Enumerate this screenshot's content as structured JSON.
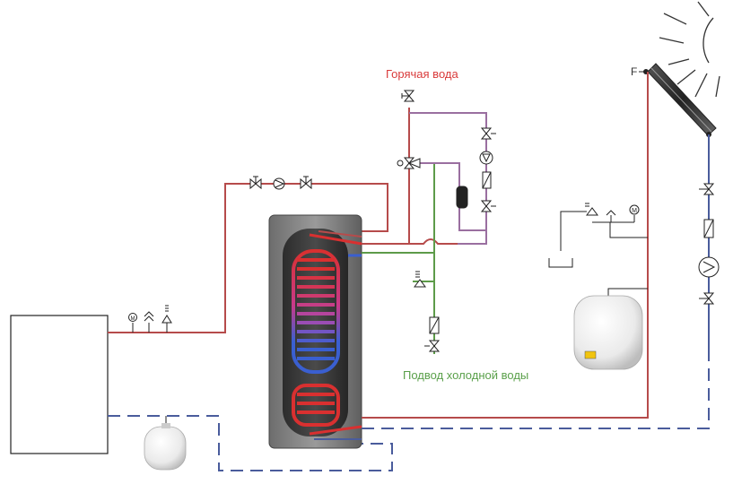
{
  "labels": {
    "hot_water": "Горячая вода",
    "cold_water_inlet": "Подвод холодной воды",
    "collector_sensor": "F"
  },
  "colors": {
    "hot_line": "#b64b4b",
    "cold_return_dashed": "#4a5c9c",
    "cold_water_line": "#5d9b49",
    "circulation_line": "#9a6fa0",
    "hot_label_text": "#d93a3a",
    "cold_label_text": "#5aa04a",
    "outline": "#222222",
    "tank_outer": "#7f7f7f",
    "tank_inner": "#3a3a3a"
  },
  "components": {
    "boiler": "boiler",
    "storage_tank": "dual-coil storage tank",
    "solar_collector": "flat plate solar collector",
    "sun": "sun-icon",
    "expansion_vessel_solar": "solar expansion vessel",
    "expansion_vessel_heating": "heating expansion vessel",
    "expansion_vessel_hot_water": "hot water expansion vessel"
  }
}
